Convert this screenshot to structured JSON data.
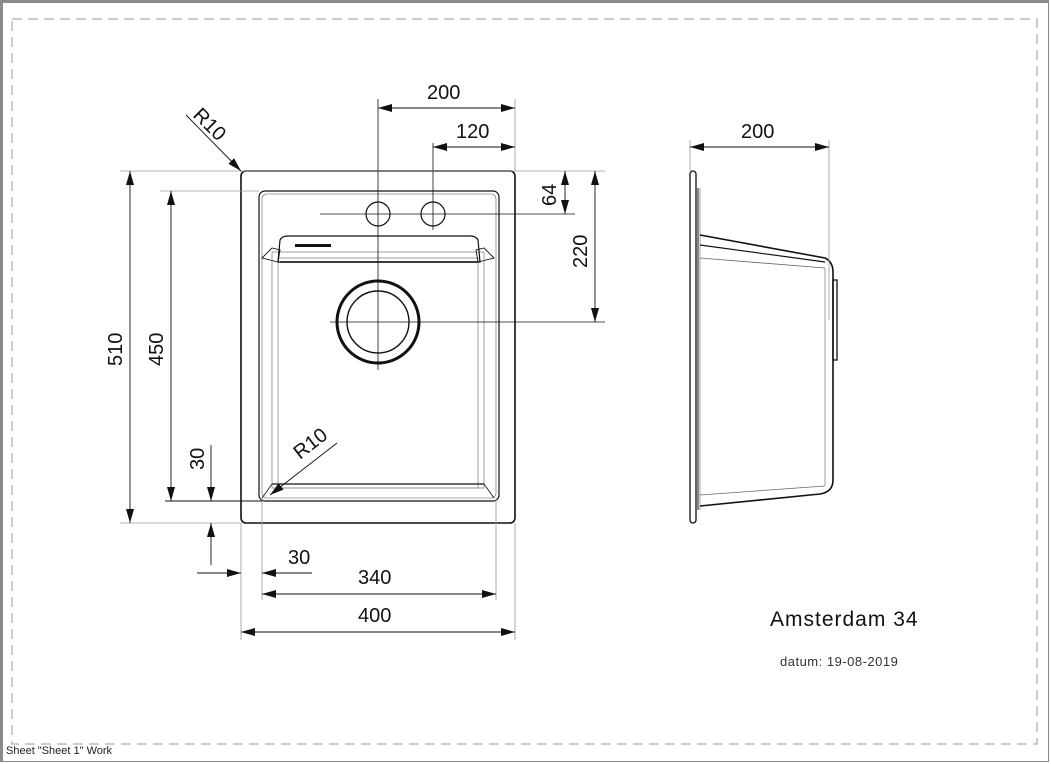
{
  "drawing": {
    "product_name": "Amsterdam 34",
    "date_label": "datum: 19-08-2019",
    "status_bar": "Sheet \"Sheet 1\" Work"
  },
  "top_view": {
    "dimensions": {
      "outer_width": "400",
      "inner_width": "340",
      "left_offset": "30",
      "outer_height": "510",
      "inner_height": "450",
      "bottom_offset": "30",
      "tap_hole_to_center": "200",
      "tap_hole_to_edge": "120",
      "tap_hole_from_top": "64",
      "drain_from_top": "220",
      "corner_radius_outer": "R10",
      "corner_radius_inner": "R10"
    }
  },
  "side_view": {
    "dimensions": {
      "depth": "200"
    }
  },
  "colors": {
    "line": "#111111",
    "dim_line": "#9a9a9a",
    "frame": "#8a8a8a"
  }
}
